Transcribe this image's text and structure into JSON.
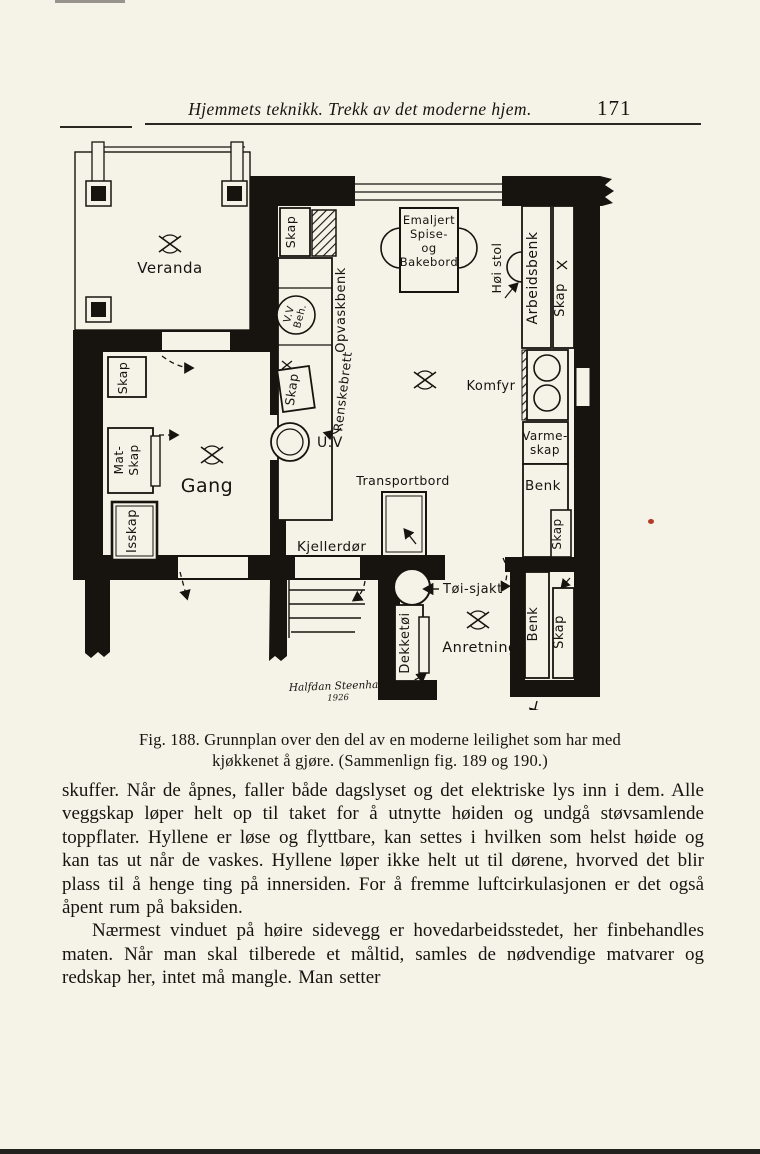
{
  "colors": {
    "paper": "#f5f2e8",
    "ink": "#17140f",
    "red_speck": "#b23b27"
  },
  "header": {
    "title": "Hjemmets teknikk.  Trekk av det moderne hjem.",
    "page_number": "171"
  },
  "plan": {
    "rooms": {
      "veranda": "Veranda",
      "gang": "Gang",
      "anretning": "Anretning"
    },
    "labels": {
      "skap_top": "Skap",
      "opvaskbenk": "Opvaskbenk",
      "vv1": "V.V",
      "vv2": "Beh.",
      "table1": "Emaljert",
      "table2": "Spise-",
      "table3": "og",
      "table4": "Bakebord",
      "hoi_stol": "Høi stol",
      "arbeidsbenk": "Arbeidsbenk",
      "skap_right": "Skap",
      "komfyr": "Komfyr",
      "varmeskap1": "Varme-",
      "varmeskap2": "skap",
      "benk_upper": "Benk",
      "skap_benk": "Skap",
      "skap_left": "Skap",
      "matskap1": "Mat-",
      "matskap2": "Skap",
      "isskap": "Isskap",
      "skap_mid": "Skap",
      "renskebrett": "Renskebrett",
      "uv": "U.V",
      "transportbord": "Transportbord",
      "kjellerdor": "Kjellerdør",
      "toisjakt": "Tøi-sjakt",
      "dekketoi": "Dekketøi",
      "benk_lower": "Benk",
      "skap_lower": "Skap"
    },
    "signature_name": "Halfdan Steenhansen",
    "signature_year": "1926"
  },
  "caption": {
    "line1": "Fig. 188.  Grunnplan over den del av en moderne leilighet som har med",
    "line2": "kjøkkenet å gjøre.  (Sammenlign fig. 189 og 190.)"
  },
  "body": {
    "paragraph1": "skuffer.  Når de åpnes, faller både dagslyset og det elektriske lys inn i dem.  Alle veggskap løper helt op til taket for å utnytte høiden og undgå støvsamlende toppflater.  Hyllene er løse og flyttbare, kan settes i hvilken som helst høide og kan tas ut når de vaskes.  Hyllene løper ikke helt ut til dørene, hvorved det blir plass til å henge ting på innersiden.  For å fremme luftcirkulasjonen er det også åpent rum på baksiden.",
    "paragraph2": "Nærmest vinduet på høire sidevegg er hovedarbeidsstedet, her finbehandles maten.  Når man skal tilberede et måltid, samles de nødvendige matvarer og redskap her, intet må mangle.  Man setter"
  }
}
